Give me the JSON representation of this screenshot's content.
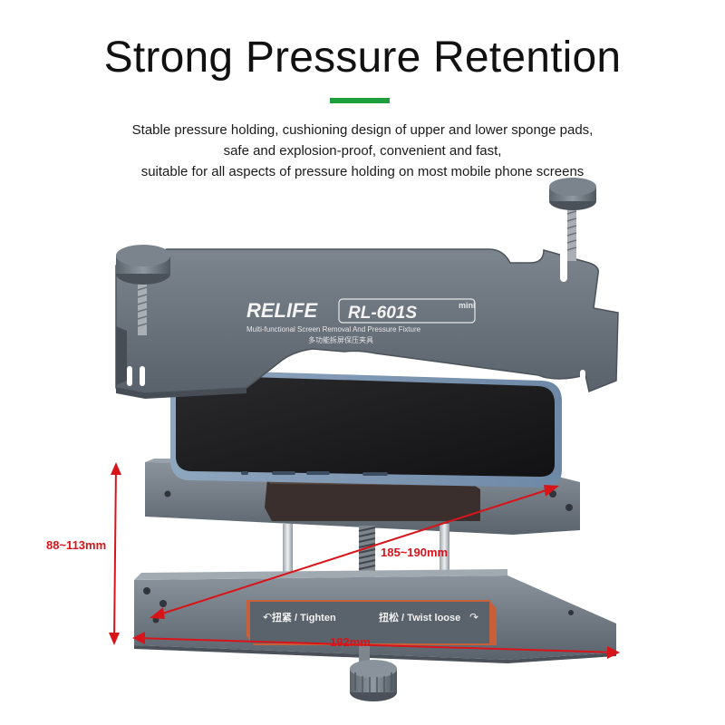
{
  "header": {
    "title": "Strong Pressure Retention",
    "accent_color": "#1e9e3c",
    "description_lines": [
      "Stable pressure holding, cushioning design of upper and lower sponge pads,",
      "safe and explosion-proof, convenient and fast,",
      "suitable for all aspects of pressure holding on most mobile phone screens"
    ]
  },
  "product": {
    "brand": "RELIFE",
    "model": "RL-601S",
    "model_badge": "mini",
    "subtitle_en": "Multi-functional Screen Removal And Pressure Fixture",
    "subtitle_cn": "多功能拆屏保压夹具",
    "tighten_label": "扭紧 / Tighten",
    "loosen_label": "扭松 / Twist loose",
    "metal_color": "#6a737c"
  },
  "dimensions": {
    "height_label": "88~113mm",
    "diagonal_label": "185~190mm",
    "width_label": "192mm",
    "color": "#d8141b"
  }
}
